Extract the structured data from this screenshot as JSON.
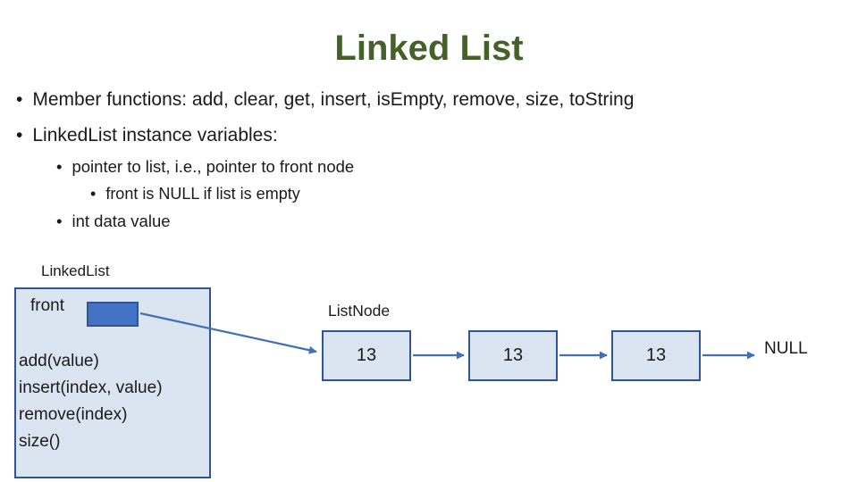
{
  "slide": {
    "title": "Linked List",
    "title_color": "#44612a"
  },
  "glyphs": {
    "bullet": "•"
  },
  "bullets": [
    {
      "level": 1,
      "text": "Member functions: add, clear, get, insert, isEmpty, remove, size, toString"
    },
    {
      "level": 1,
      "text": "LinkedList instance variables:"
    },
    {
      "level": 2,
      "text": "pointer to list, i.e., pointer to front node"
    },
    {
      "level": 3,
      "text": "front is NULL if list is empty"
    },
    {
      "level": 2,
      "text": "int data value"
    }
  ],
  "diagram": {
    "class_label": "LinkedList",
    "front_label": "front",
    "methods": [
      "add(value)",
      "insert(index, value)",
      "remove(index)",
      "size()"
    ],
    "node_label": "ListNode",
    "nodes": [
      {
        "value": "13"
      },
      {
        "value": "13"
      },
      {
        "value": "13"
      }
    ],
    "null_label": "NULL",
    "colors": {
      "box_fill": "#dbe5f1",
      "box_border": "#2f5597",
      "pointer_fill": "#4472c4",
      "arrow": "#4170b8"
    }
  }
}
